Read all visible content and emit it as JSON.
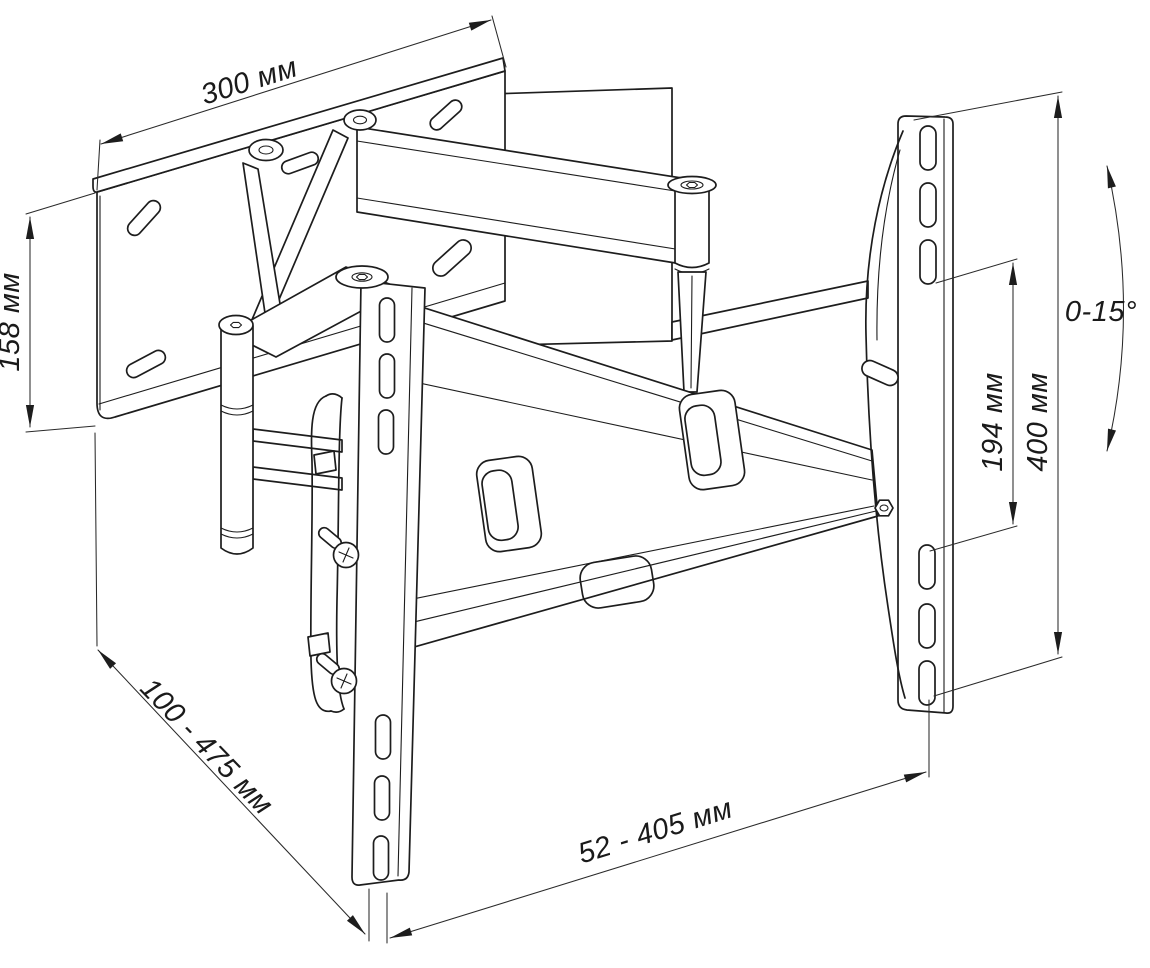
{
  "drawing": {
    "type": "technical-line-drawing",
    "subject": "articulating-tv-wall-mount",
    "background": "#ffffff",
    "line_color": "#1d1d1d",
    "unit": "мм",
    "labels": {
      "wall_plate_width": "300 мм",
      "wall_plate_height": "158 мм",
      "extension_range": "100 - 475 мм",
      "horizontal_adjust": "52 - 405 мм",
      "bracket_height": "400 мм",
      "hole_spacing_vertical": "194 мм",
      "tilt_range": "0-15°"
    }
  }
}
